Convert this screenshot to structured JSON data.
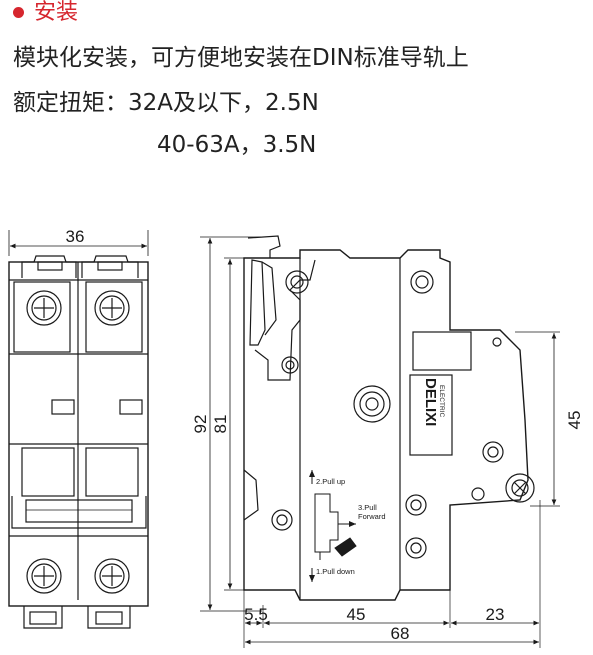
{
  "header": {
    "title": "安装",
    "accent_color": "#d6262e",
    "line1": "模块化安装，可方便地安装在DIN标准导轨上",
    "line2": "额定扭矩：32A及以下，2.5N",
    "line3": "40-63A，3.5N"
  },
  "drawing": {
    "front_width": "36",
    "height_total": "92",
    "height_body": "81",
    "height_right": "45",
    "bottom_left": "5.5",
    "bottom_mid": "45",
    "bottom_right": "23",
    "bottom_total": "68",
    "pull_up": "2.Pull up",
    "pull_forward_1": "3.Pull",
    "pull_forward_2": "Forward",
    "pull_down": "1.Pull down",
    "brand": "DELIXI",
    "brand_sub": "ELECTRIC"
  }
}
